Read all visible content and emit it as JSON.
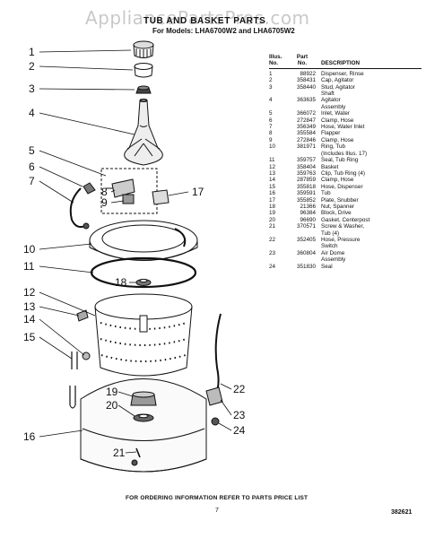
{
  "watermark": "AppliancePartsPros.com",
  "title": "TUB AND BASKET PARTS",
  "subtitle": "For Models: LHA6700W2 and LHA6705W2",
  "table": {
    "headers": {
      "illus_top": "Illus.",
      "illus_bottom": "No.",
      "part_top": "Part",
      "part_bottom": "No.",
      "description": "DESCRIPTION"
    },
    "rows": [
      {
        "illus": "1",
        "part": "88922",
        "desc": "Dispenser, Rinse"
      },
      {
        "illus": "2",
        "part": "358431",
        "desc": "Cap, Agitator"
      },
      {
        "illus": "3",
        "part": "358440",
        "desc": "Stud, Agitator"
      },
      {
        "illus": "",
        "part": "",
        "desc": "Shaft"
      },
      {
        "illus": "4",
        "part": "363635",
        "desc": "Agitator"
      },
      {
        "illus": "",
        "part": "",
        "desc": "Assembly"
      },
      {
        "illus": "5",
        "part": "366072",
        "desc": "Inlet, Water"
      },
      {
        "illus": "6",
        "part": "272847",
        "desc": "Clamp, Hose"
      },
      {
        "illus": "7",
        "part": "356349",
        "desc": "Hose, Water Inlet"
      },
      {
        "illus": "8",
        "part": "355584",
        "desc": "Flapper"
      },
      {
        "illus": "9",
        "part": "272846",
        "desc": "Clamp, Hose"
      },
      {
        "illus": "10",
        "part": "381971",
        "desc": "Ring, Tub"
      },
      {
        "illus": "",
        "part": "",
        "desc": "(Includes Illus. 17)"
      },
      {
        "illus": "11",
        "part": "359757",
        "desc": "Seal, Tub Ring"
      },
      {
        "illus": "12",
        "part": "358404",
        "desc": "Basket"
      },
      {
        "illus": "13",
        "part": "359763",
        "desc": "Clip, Tub Ring (4)"
      },
      {
        "illus": "14",
        "part": "287859",
        "desc": "Clamp, Hose"
      },
      {
        "illus": "15",
        "part": "355818",
        "desc": "Hose, Dispenser"
      },
      {
        "illus": "16",
        "part": "359591",
        "desc": "Tub"
      },
      {
        "illus": "17",
        "part": "355852",
        "desc": "Plate, Snubber"
      },
      {
        "illus": "18",
        "part": "21366",
        "desc": "Nut, Spanner"
      },
      {
        "illus": "19",
        "part": "96384",
        "desc": "Block, Drive"
      },
      {
        "illus": "20",
        "part": "96690",
        "desc": "Gasket, Centerpost"
      },
      {
        "illus": "21",
        "part": "370571",
        "desc": "Screw & Washer,"
      },
      {
        "illus": "",
        "part": "",
        "desc": "Tub (4)"
      },
      {
        "illus": "22",
        "part": "352405",
        "desc": "Hose, Pressure"
      },
      {
        "illus": "",
        "part": "",
        "desc": "Switch"
      },
      {
        "illus": "23",
        "part": "360804",
        "desc": "Air Dome"
      },
      {
        "illus": "",
        "part": "",
        "desc": "Assembly"
      },
      {
        "illus": "24",
        "part": "351830",
        "desc": "Seal"
      }
    ]
  },
  "callouts": [
    "1",
    "2",
    "3",
    "4",
    "5",
    "6",
    "7",
    "8",
    "9",
    "10",
    "11",
    "12",
    "13",
    "14",
    "15",
    "16",
    "17",
    "18",
    "19",
    "20",
    "21",
    "22",
    "23",
    "24"
  ],
  "footer": "FOR ORDERING INFORMATION REFER TO PARTS PRICE LIST",
  "page_number": "7",
  "doc_number": "382621"
}
